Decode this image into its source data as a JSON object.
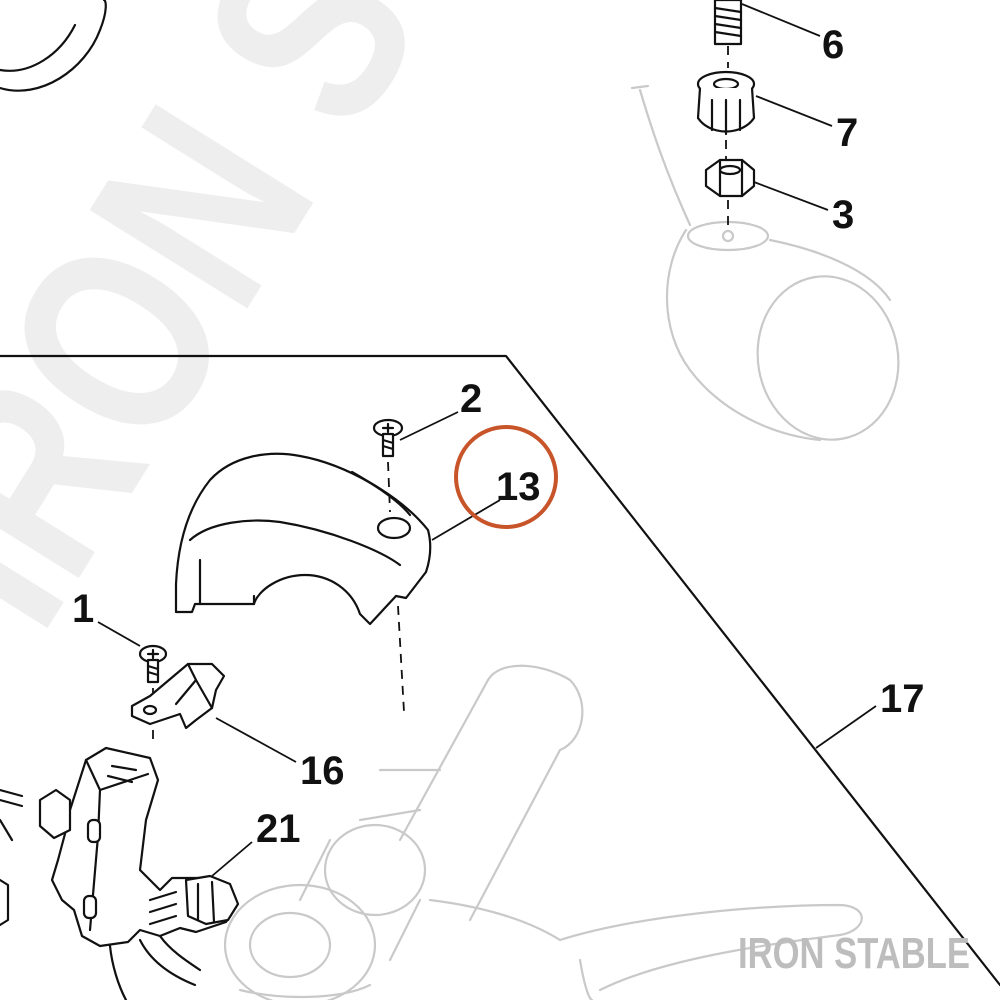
{
  "watermark_text": "IRON STAB",
  "brand_text": "IRON STABLE",
  "highlight_color": "#c8542a",
  "callouts": {
    "c1": "1",
    "c2": "2",
    "c3": "3",
    "c6": "6",
    "c7": "7",
    "c13": "13",
    "c16": "16",
    "c17": "17",
    "c21": "21"
  },
  "highlighted_callout": "13"
}
